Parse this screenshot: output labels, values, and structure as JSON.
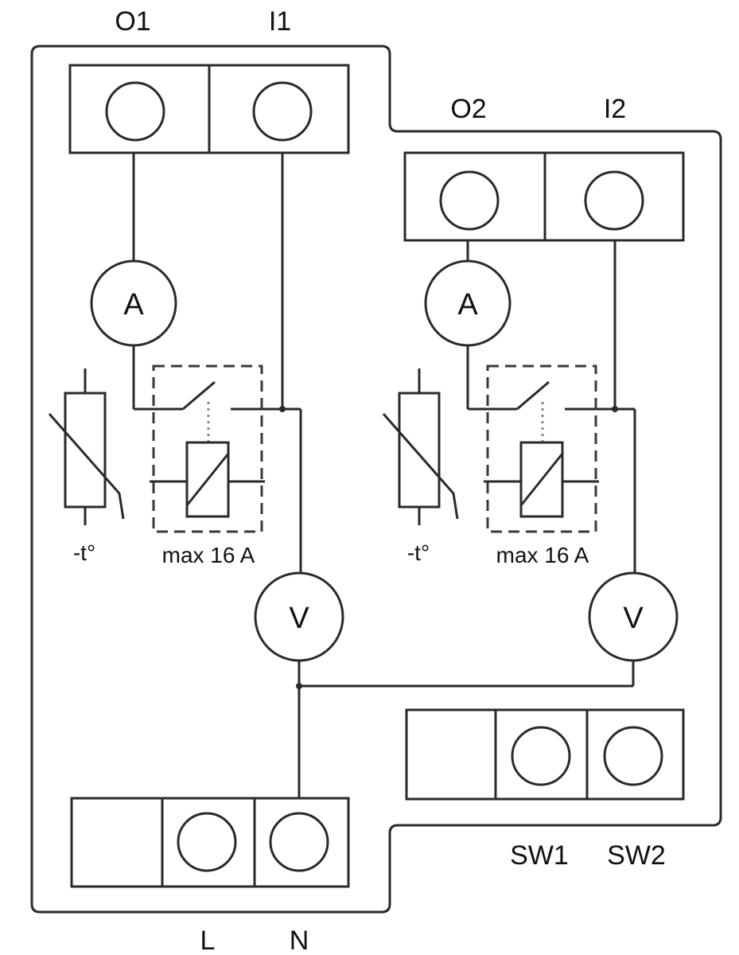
{
  "terminals": {
    "o1": "O1",
    "i1": "I1",
    "o2": "O2",
    "i2": "I2",
    "l": "L",
    "n": "N",
    "sw1": "SW1",
    "sw2": "SW2"
  },
  "meters": {
    "ammeter": "A",
    "voltmeter": "V"
  },
  "thermistor_label": "-t°",
  "relay_rating": "max 16 A"
}
